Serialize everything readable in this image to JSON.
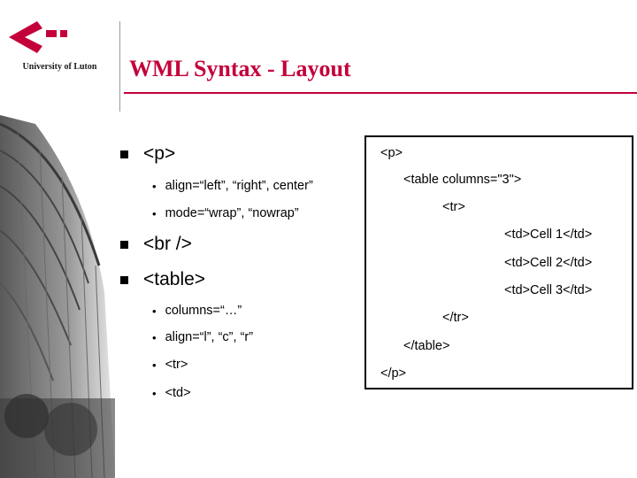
{
  "header": {
    "university_name": "University of Luton",
    "title": "WML Syntax - Layout"
  },
  "colors": {
    "accent": "#c4003a"
  },
  "icons": {
    "logo": "university-logo-arrow",
    "bullet": "square-bullet",
    "sub_bullet": "dot-bullet"
  },
  "bullets": {
    "p": {
      "label": "<p>",
      "subs": [
        "align=“left”, “right”, center”",
        "mode=“wrap”, “nowrap”"
      ]
    },
    "br": {
      "label": "<br />"
    },
    "table": {
      "label": "<table>",
      "subs": [
        "columns=“…”",
        "align=“l”, “c”, “r”",
        "<tr>",
        "<td>"
      ]
    }
  },
  "code_lines": [
    "<p>",
    "<table columns=\"3\">",
    "<tr>",
    "<td>Cell 1</td>",
    "<td>Cell 2</td>",
    "<td>Cell 3</td>",
    "</tr>",
    "</table>",
    "</p>"
  ]
}
